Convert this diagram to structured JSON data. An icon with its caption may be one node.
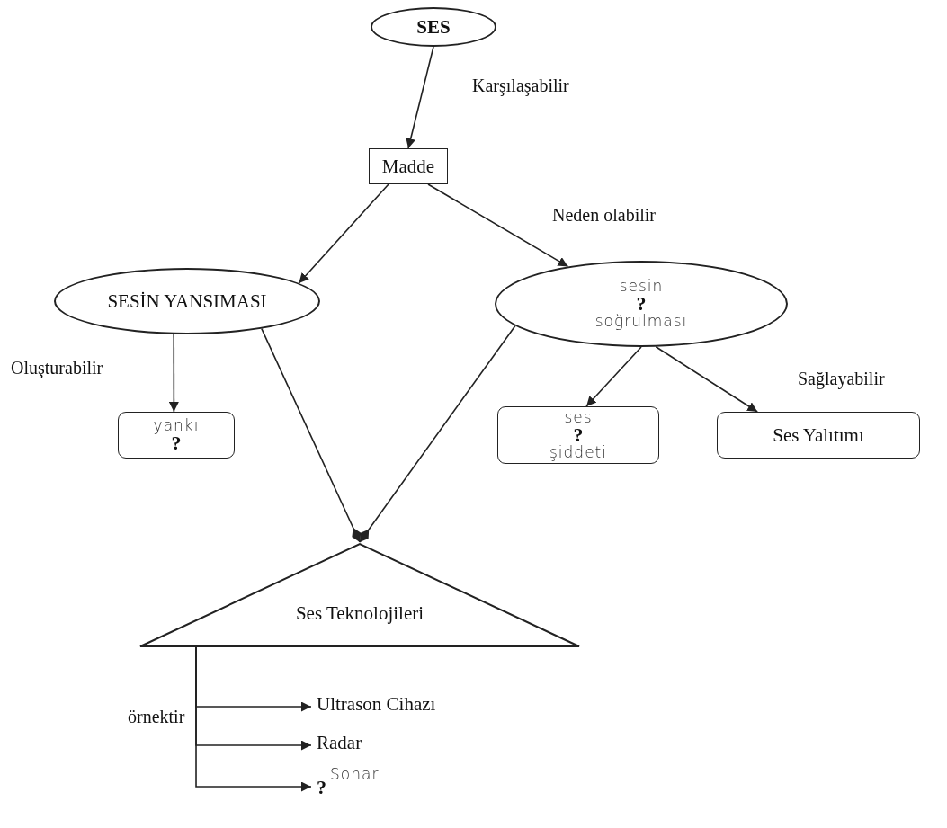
{
  "diagram": {
    "nodes": [
      {
        "text": [
          "SES"
        ]
      },
      {
        "text": [
          "Madde"
        ]
      },
      {
        "text": [
          "SESİN YANSIMASI"
        ]
      },
      {
        "text": [
          "sesin",
          "?",
          "soğrulması"
        ]
      },
      {
        "text": [
          "yankı",
          "?"
        ]
      },
      {
        "text": [
          "ses",
          "?",
          "şiddeti"
        ]
      },
      {
        "text": [
          "Ses Yalıtımı"
        ]
      },
      {
        "text": [
          "Ses Teknolojileri"
        ]
      },
      {
        "text": [
          "Ultrason Cihazı"
        ]
      },
      {
        "text": [
          "Radar"
        ]
      },
      {
        "text": [
          "?",
          "Sonar"
        ]
      }
    ],
    "edges": [
      {
        "from": 0,
        "to": 1,
        "arrow": "to",
        "label": "Karşılaşabilir"
      },
      {
        "from": 1,
        "to": 2,
        "arrow": "to"
      },
      {
        "from": 1,
        "to": 3,
        "arrow": "to",
        "label": "Neden olabilir"
      },
      {
        "from": 2,
        "to": 4,
        "arrow": "to",
        "label": "Oluşturabilir"
      },
      {
        "from": 2,
        "to": 7,
        "arrow": "other"
      },
      {
        "from": 3,
        "to": 7,
        "arrow": "other"
      },
      {
        "from": 3,
        "to": 5,
        "arrow": "to"
      },
      {
        "from": 3,
        "to": 6,
        "arrow": "to",
        "label": "Sağlayabilir"
      },
      {
        "from": 7,
        "to": 8,
        "arrow": "to",
        "label": "örnektir"
      },
      {
        "from": 7,
        "to": 9,
        "arrow": "to"
      },
      {
        "from": 7,
        "to": 10,
        "arrow": "to"
      }
    ]
  }
}
